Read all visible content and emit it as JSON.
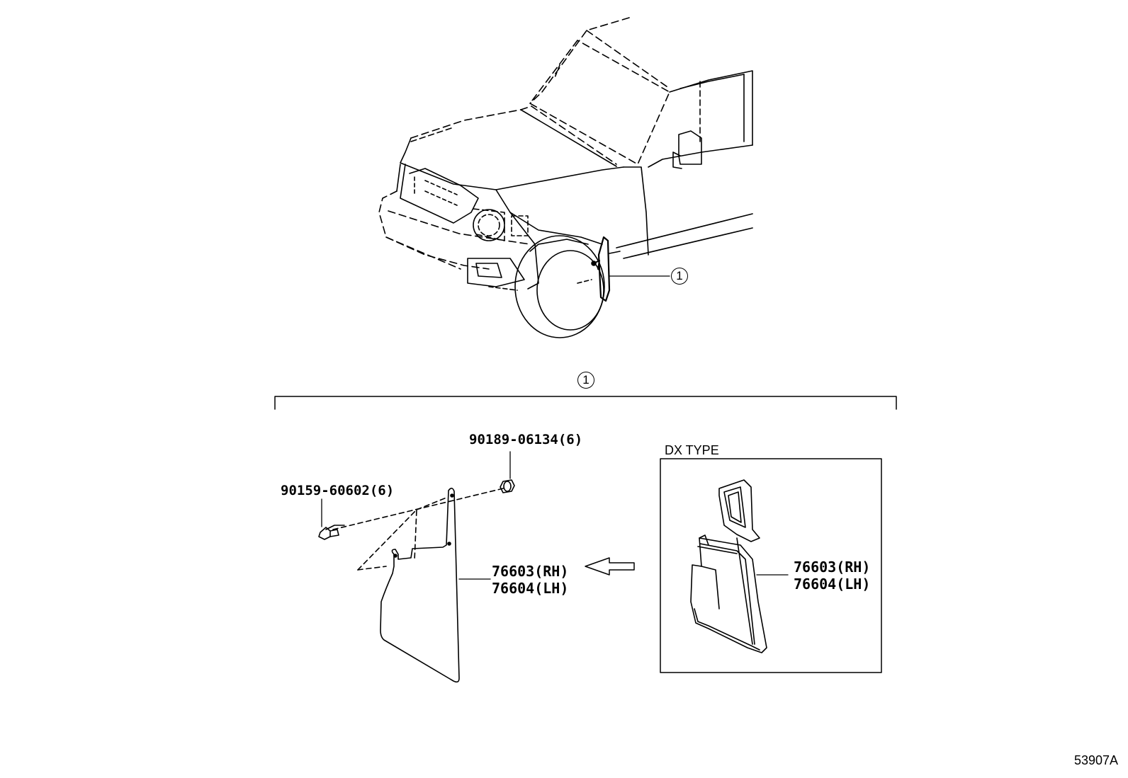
{
  "callouts": {
    "vehicle_ref": "1",
    "group_ref": "1"
  },
  "parts": {
    "screw": "90159-60602(6)",
    "nut": "90189-06134(6)",
    "mudguard_rh": "76603(RH)",
    "mudguard_lh": "76604(LH)",
    "dx_mudguard_rh": "76603(RH)",
    "dx_mudguard_lh": "76604(LH)"
  },
  "dx_type_label": "DX TYPE",
  "figure_code": "53907A"
}
